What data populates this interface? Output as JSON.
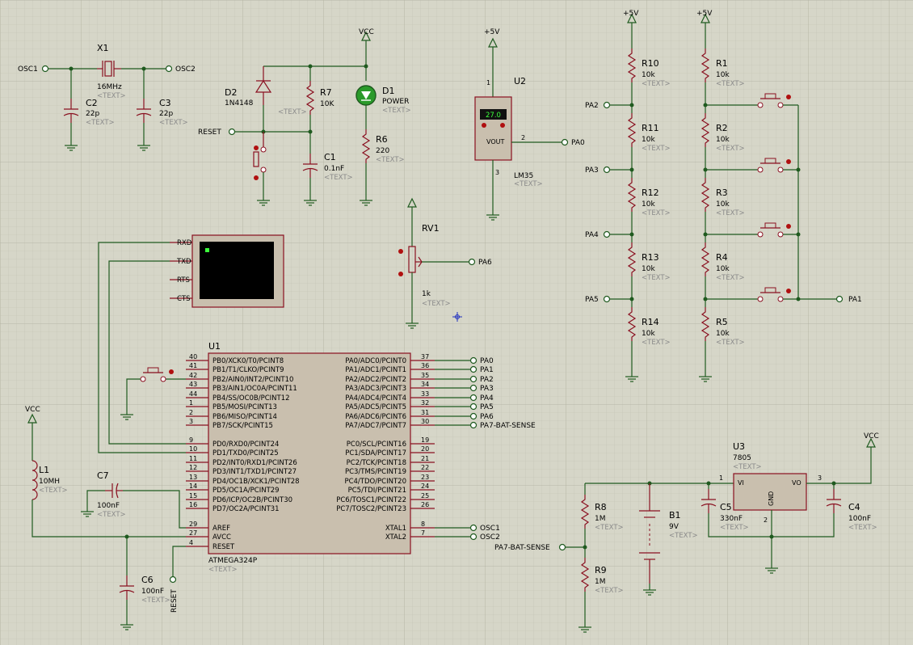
{
  "placeholder": "<TEXT>",
  "nets": {
    "osc1": "OSC1",
    "osc2": "OSC2",
    "reset": "RESET",
    "vcc": "VCC",
    "p5v": "+5V",
    "pa0": "PA0",
    "pa1": "PA1",
    "pa2": "PA2",
    "pa3": "PA3",
    "pa4": "PA4",
    "pa5": "PA5",
    "pa6": "PA6",
    "pa7_bat": "PA7-BAT-SENSE"
  },
  "parts": {
    "x1": {
      "ref": "X1",
      "value": "16MHz"
    },
    "c2": {
      "ref": "C2",
      "value": "22p"
    },
    "c3": {
      "ref": "C3",
      "value": "22p"
    },
    "d2": {
      "ref": "D2",
      "value": "1N4148"
    },
    "r7": {
      "ref": "R7",
      "value": "10K"
    },
    "d1": {
      "ref": "D1",
      "value": "POWER"
    },
    "c1": {
      "ref": "C1",
      "value": "0.1nF"
    },
    "r6": {
      "ref": "R6",
      "value": "220"
    },
    "u2": {
      "ref": "U2",
      "value": "LM35",
      "display": "27.0",
      "vout": "VOUT",
      "pin1": "1",
      "pin2": "2",
      "pin3": "3"
    },
    "rv1": {
      "ref": "RV1",
      "value": "1k"
    },
    "r10": {
      "ref": "R10",
      "value": "10k"
    },
    "r11": {
      "ref": "R11",
      "value": "10k"
    },
    "r12": {
      "ref": "R12",
      "value": "10k"
    },
    "r13": {
      "ref": "R13",
      "value": "10k"
    },
    "r14": {
      "ref": "R14",
      "value": "10k"
    },
    "r1": {
      "ref": "R1",
      "value": "10k"
    },
    "r2": {
      "ref": "R2",
      "value": "10k"
    },
    "r3": {
      "ref": "R3",
      "value": "10k"
    },
    "r4": {
      "ref": "R4",
      "value": "10k"
    },
    "r5": {
      "ref": "R5",
      "value": "10k"
    },
    "term": {
      "rxd": "RXD",
      "txd": "TXD",
      "rts": "RTS",
      "cts": "CTS"
    },
    "l1": {
      "ref": "L1",
      "value": "10MH"
    },
    "c7": {
      "ref": "C7",
      "value": "100nF"
    },
    "c6": {
      "ref": "C6",
      "value": "100nF"
    },
    "u1": {
      "ref": "U1",
      "value": "ATMEGA324P"
    },
    "r8": {
      "ref": "R8",
      "value": "1M"
    },
    "r9": {
      "ref": "R9",
      "value": "1M"
    },
    "b1": {
      "ref": "B1",
      "value": "9V"
    },
    "c5": {
      "ref": "C5",
      "value": "330nF"
    },
    "u3": {
      "ref": "U3",
      "value": "7805",
      "vi": "VI",
      "vo": "VO",
      "gnd": "GND",
      "pin1": "1",
      "pin2": "2",
      "pin3": "3"
    },
    "c4": {
      "ref": "C4",
      "value": "100nF"
    }
  },
  "u1_left_pins": [
    {
      "num": "40",
      "name": "PB0/XCK0/T0/PCINT8"
    },
    {
      "num": "41",
      "name": "PB1/T1/CLKO/PCINT9"
    },
    {
      "num": "42",
      "name": "PB2/AIN0/INT2/PCINT10"
    },
    {
      "num": "43",
      "name": "PB3/AIN1/OC0A/PCINT11"
    },
    {
      "num": "44",
      "name": "PB4/SS/OC0B/PCINT12"
    },
    {
      "num": "1",
      "name": "PB5/MOSI/PCINT13"
    },
    {
      "num": "2",
      "name": "PB6/MISO/PCINT14"
    },
    {
      "num": "3",
      "name": "PB7/SCK/PCINT15"
    },
    {
      "num": "9",
      "name": "PD0/RXD0/PCINT24"
    },
    {
      "num": "10",
      "name": "PD1/TXD0/PCINT25"
    },
    {
      "num": "11",
      "name": "PD2/INT0/RXD1/PCINT26"
    },
    {
      "num": "12",
      "name": "PD3/INT1/TXD1/PCINT27"
    },
    {
      "num": "13",
      "name": "PD4/OC1B/XCK1/PCINT28"
    },
    {
      "num": "14",
      "name": "PD5/OC1A/PCINT29"
    },
    {
      "num": "15",
      "name": "PD6/ICP/OC2B/PCINT30"
    },
    {
      "num": "16",
      "name": "PD7/OC2A/PCINT31"
    },
    {
      "num": "29",
      "name": "AREF"
    },
    {
      "num": "27",
      "name": "AVCC"
    },
    {
      "num": "4",
      "name": "RESET"
    }
  ],
  "u1_right_pins": [
    {
      "num": "37",
      "name": "PA0/ADC0/PCINT0"
    },
    {
      "num": "36",
      "name": "PA1/ADC1/PCINT1"
    },
    {
      "num": "35",
      "name": "PA2/ADC2/PCINT2"
    },
    {
      "num": "34",
      "name": "PA3/ADC3/PCINT3"
    },
    {
      "num": "33",
      "name": "PA4/ADC4/PCINT4"
    },
    {
      "num": "32",
      "name": "PA5/ADC5/PCINT5"
    },
    {
      "num": "31",
      "name": "PA6/ADC6/PCINT6"
    },
    {
      "num": "30",
      "name": "PA7/ADC7/PCINT7"
    },
    {
      "num": "19",
      "name": "PC0/SCL/PCINT16"
    },
    {
      "num": "20",
      "name": "PC1/SDA/PCINT17"
    },
    {
      "num": "21",
      "name": "PC2/TCK/PCINT18"
    },
    {
      "num": "22",
      "name": "PC3/TMS/PCINT19"
    },
    {
      "num": "23",
      "name": "PC4/TDO/PCINT20"
    },
    {
      "num": "24",
      "name": "PC5/TDI/PCINT21"
    },
    {
      "num": "25",
      "name": "PC6/TOSC1/PCINT22"
    },
    {
      "num": "26",
      "name": "PC7/TOSC2/PCINT23"
    },
    {
      "num": "8",
      "name": "XTAL1"
    },
    {
      "num": "7",
      "name": "XTAL2"
    }
  ],
  "u1_right_nets": [
    "PA0",
    "PA1",
    "PA2",
    "PA3",
    "PA4",
    "PA5",
    "PA6",
    "PA7-BAT-SENSE",
    "",
    "",
    "",
    "",
    "",
    "",
    "",
    "",
    "OSC1",
    "OSC2"
  ]
}
